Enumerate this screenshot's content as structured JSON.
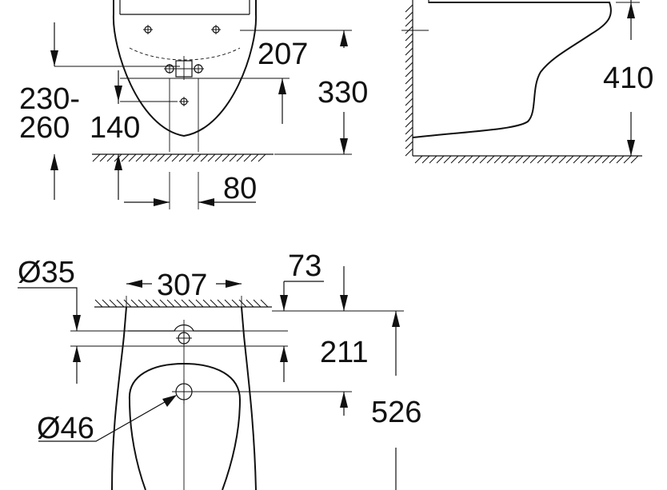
{
  "dimensions": {
    "top_front": {
      "dim_207": "207",
      "dim_330": "330",
      "dim_230_260_line1": "230-",
      "dim_230_260_line2": "260",
      "dim_140": "140",
      "dim_80": "80"
    },
    "side": {
      "dim_410": "410"
    },
    "plan": {
      "dim_diam35": "Ø35",
      "dim_307": "307",
      "dim_73": "73",
      "dim_211": "211",
      "dim_526": "526",
      "dim_diam46": "Ø46"
    }
  }
}
